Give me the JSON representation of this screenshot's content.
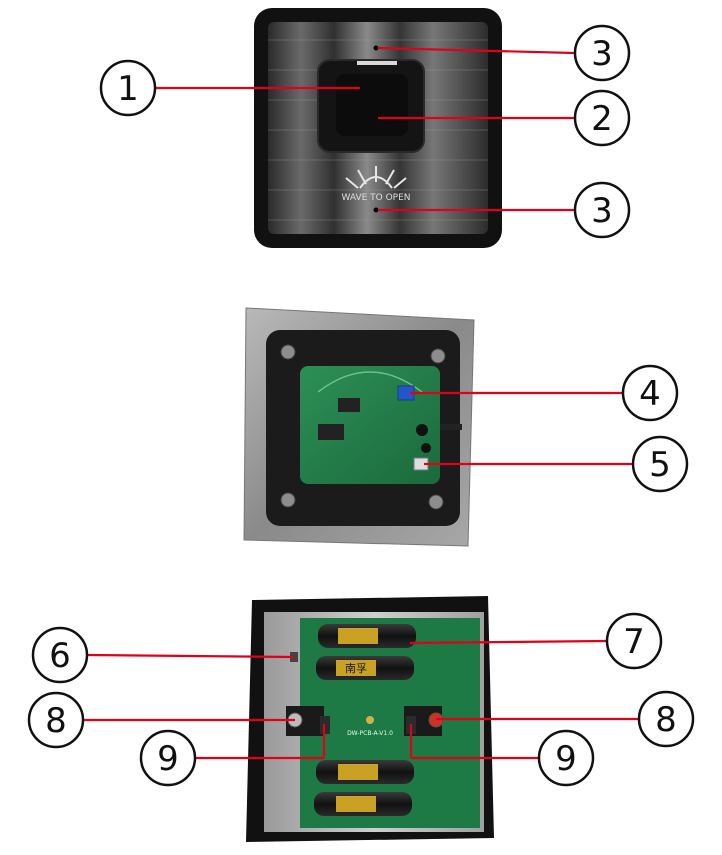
{
  "panels": [
    {
      "id": "front-view",
      "logo_text": "WAVE TO OPEN"
    },
    {
      "id": "inner-view"
    },
    {
      "id": "back-view",
      "battery_brand": "南孚",
      "pcb_code": "DW-PCB-A-V1.0"
    }
  ],
  "callouts": [
    {
      "label": "1",
      "panel": "front-view"
    },
    {
      "label": "2",
      "panel": "front-view"
    },
    {
      "label": "3",
      "panel": "front-view"
    },
    {
      "label": "3",
      "panel": "front-view"
    },
    {
      "label": "4",
      "panel": "inner-view"
    },
    {
      "label": "5",
      "panel": "inner-view"
    },
    {
      "label": "6",
      "panel": "back-view"
    },
    {
      "label": "7",
      "panel": "back-view"
    },
    {
      "label": "8",
      "panel": "back-view"
    },
    {
      "label": "8",
      "panel": "back-view"
    },
    {
      "label": "9",
      "panel": "back-view"
    },
    {
      "label": "9",
      "panel": "back-view"
    }
  ],
  "colors": {
    "leader_line": "#e0001a",
    "housing": "#141414",
    "steel": "#8d8d8d",
    "pcb": "#1f7a45",
    "battery": "#1a1a1a",
    "battery_band": "#c9a224",
    "trimmer": "#2456c9"
  }
}
